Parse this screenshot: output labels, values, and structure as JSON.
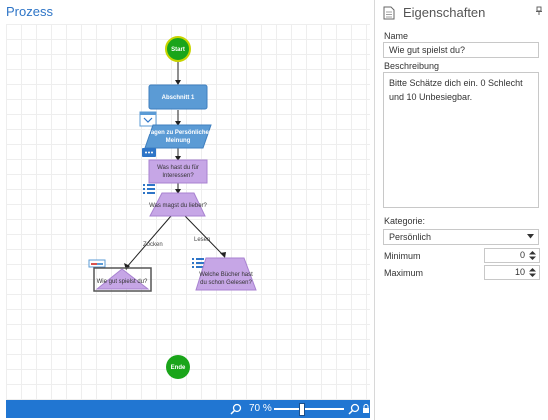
{
  "process": {
    "title": "Prozess",
    "nodes": {
      "start": "Start",
      "abschnitt": "Abschnitt 1",
      "meinung_line1": "Fragen zu Persönlicher",
      "meinung_line2": "Meinung",
      "hobby_line1": "Was hast du für",
      "hobby_line2": "Interessen?",
      "lieber": "Was magst du lieber?",
      "spiel": "Wie gut spielst du?",
      "buecher_line1": "Welche Bücher hast",
      "buecher_line2": "du schon Gelesen?",
      "ende": "Ende"
    },
    "edges": {
      "left": "Zocken",
      "right": "Lesen"
    },
    "colors": {
      "start_end": "#1aa51a",
      "section": "#5b9bd5",
      "question": "#c6a6e6"
    }
  },
  "statusbar": {
    "zoom_label": "70 %",
    "zoom_level": 0.4
  },
  "properties": {
    "title": "Eigenschaften",
    "name_label": "Name",
    "name_value": "Wie gut spielst du?",
    "description_label": "Beschreibung",
    "description_value": "Bitte Schätze dich ein. 0 Schlecht und 10 Unbesiegbar.",
    "category_label": "Kategorie:",
    "category_value": "Persönlich",
    "minimum_label": "Minimum",
    "minimum_value": "0",
    "maximum_label": "Maximum",
    "maximum_value": "10"
  }
}
